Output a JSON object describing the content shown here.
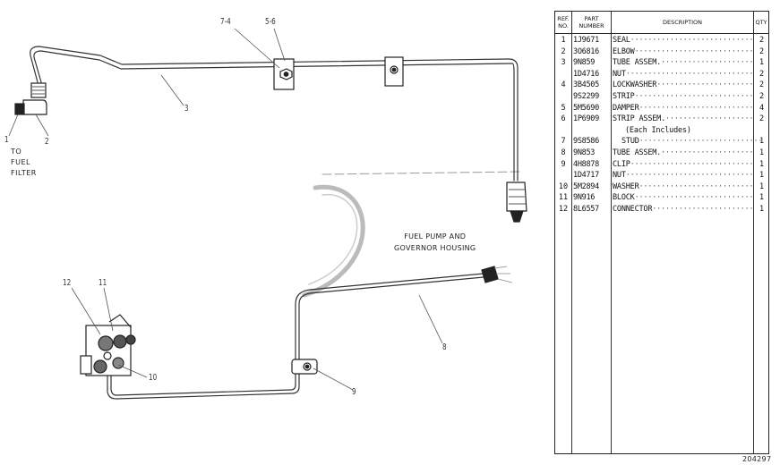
{
  "diagram": {
    "labels": {
      "l1": "1",
      "l2": "2",
      "l3": "3",
      "l74": "7-4",
      "l56": "5-6",
      "l8": "8",
      "l9": "9",
      "l10": "10",
      "l11": "11",
      "l12": "12"
    },
    "notes": {
      "to": "TO",
      "fuel": "FUEL",
      "filter": "FILTER",
      "housing_line1": "FUEL PUMP AND",
      "housing_line2": "GOVERNOR HOUSING"
    }
  },
  "parts_table": {
    "headers": {
      "ref_line1": "REF.",
      "ref_line2": "NO.",
      "part_line1": "PART",
      "part_line2": "NUMBER",
      "description": "DESCRIPTION",
      "qty": "QTY"
    },
    "rows": [
      {
        "ref": "1",
        "part": "1J9671",
        "desc": "SEAL",
        "qty": "2"
      },
      {
        "ref": "2",
        "part": "3O6816",
        "desc": "ELBOW",
        "qty": "2"
      },
      {
        "ref": "3",
        "part": "9N859",
        "desc": "TUBE ASSEM.",
        "qty": "1"
      },
      {
        "ref": "",
        "part": "1D4716",
        "desc": "NUT",
        "qty": "2"
      },
      {
        "ref": "4",
        "part": "3B4505",
        "desc": "LOCKWASHER",
        "qty": "2"
      },
      {
        "ref": "",
        "part": "9S2299",
        "desc": "STRIP",
        "qty": "2"
      },
      {
        "ref": "5",
        "part": "5M5690",
        "desc": "DAMPER",
        "qty": "4"
      },
      {
        "ref": "6",
        "part": "1P6909",
        "desc": "STRIP ASSEM.",
        "qty": "2"
      },
      {
        "ref": "",
        "part": "",
        "desc": "(Each Includes)",
        "qty": ""
      },
      {
        "ref": "7",
        "part": "9S8586",
        "desc": "STUD",
        "qty": "1"
      },
      {
        "ref": "8",
        "part": "9N853",
        "desc": "TUBE ASSEM.",
        "qty": "1"
      },
      {
        "ref": "9",
        "part": "4H8878",
        "desc": "CLIP",
        "qty": "1"
      },
      {
        "ref": "",
        "part": "1D4717",
        "desc": "NUT",
        "qty": "1"
      },
      {
        "ref": "10",
        "part": "5M2894",
        "desc": "WASHER",
        "qty": "1"
      },
      {
        "ref": "11",
        "part": "9N916",
        "desc": "BLOCK",
        "qty": "1"
      },
      {
        "ref": "12",
        "part": "8L6557",
        "desc": "CONNECTOR",
        "qty": "1"
      }
    ]
  },
  "document_number": "204297"
}
